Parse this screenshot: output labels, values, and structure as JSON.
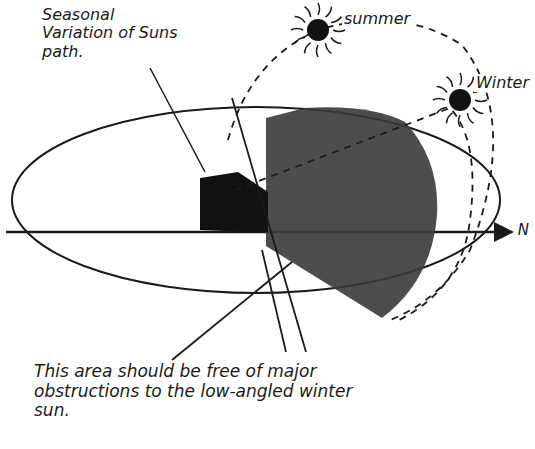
{
  "diagram": {
    "labels": [
      "Seasonal Variation of Suns path.",
      "summer",
      "Winter",
      "N",
      "This area should be free of major obstructions to the low-angled winter sun."
    ]
  }
}
